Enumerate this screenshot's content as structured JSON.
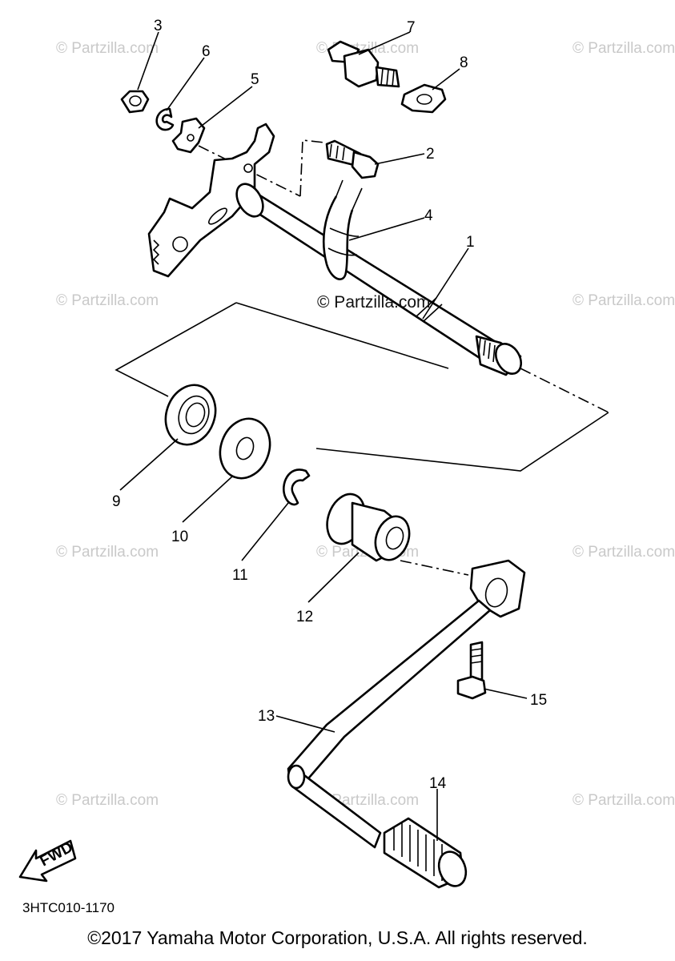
{
  "watermark": "© Partzilla.com",
  "watermark_center": "© Partzilla.com",
  "callouts": {
    "c1": "1",
    "c2": "2",
    "c3": "3",
    "c4": "4",
    "c5": "5",
    "c6": "6",
    "c7": "7",
    "c8": "8",
    "c9": "9",
    "c10": "10",
    "c11": "11",
    "c12": "12",
    "c13": "13",
    "c14": "14",
    "c15": "15"
  },
  "fwd_label": "FWD",
  "diagram_code": "3HTC010-1170",
  "copyright": "©2017 Yamaha Motor Corporation, U.S.A. All rights reserved."
}
